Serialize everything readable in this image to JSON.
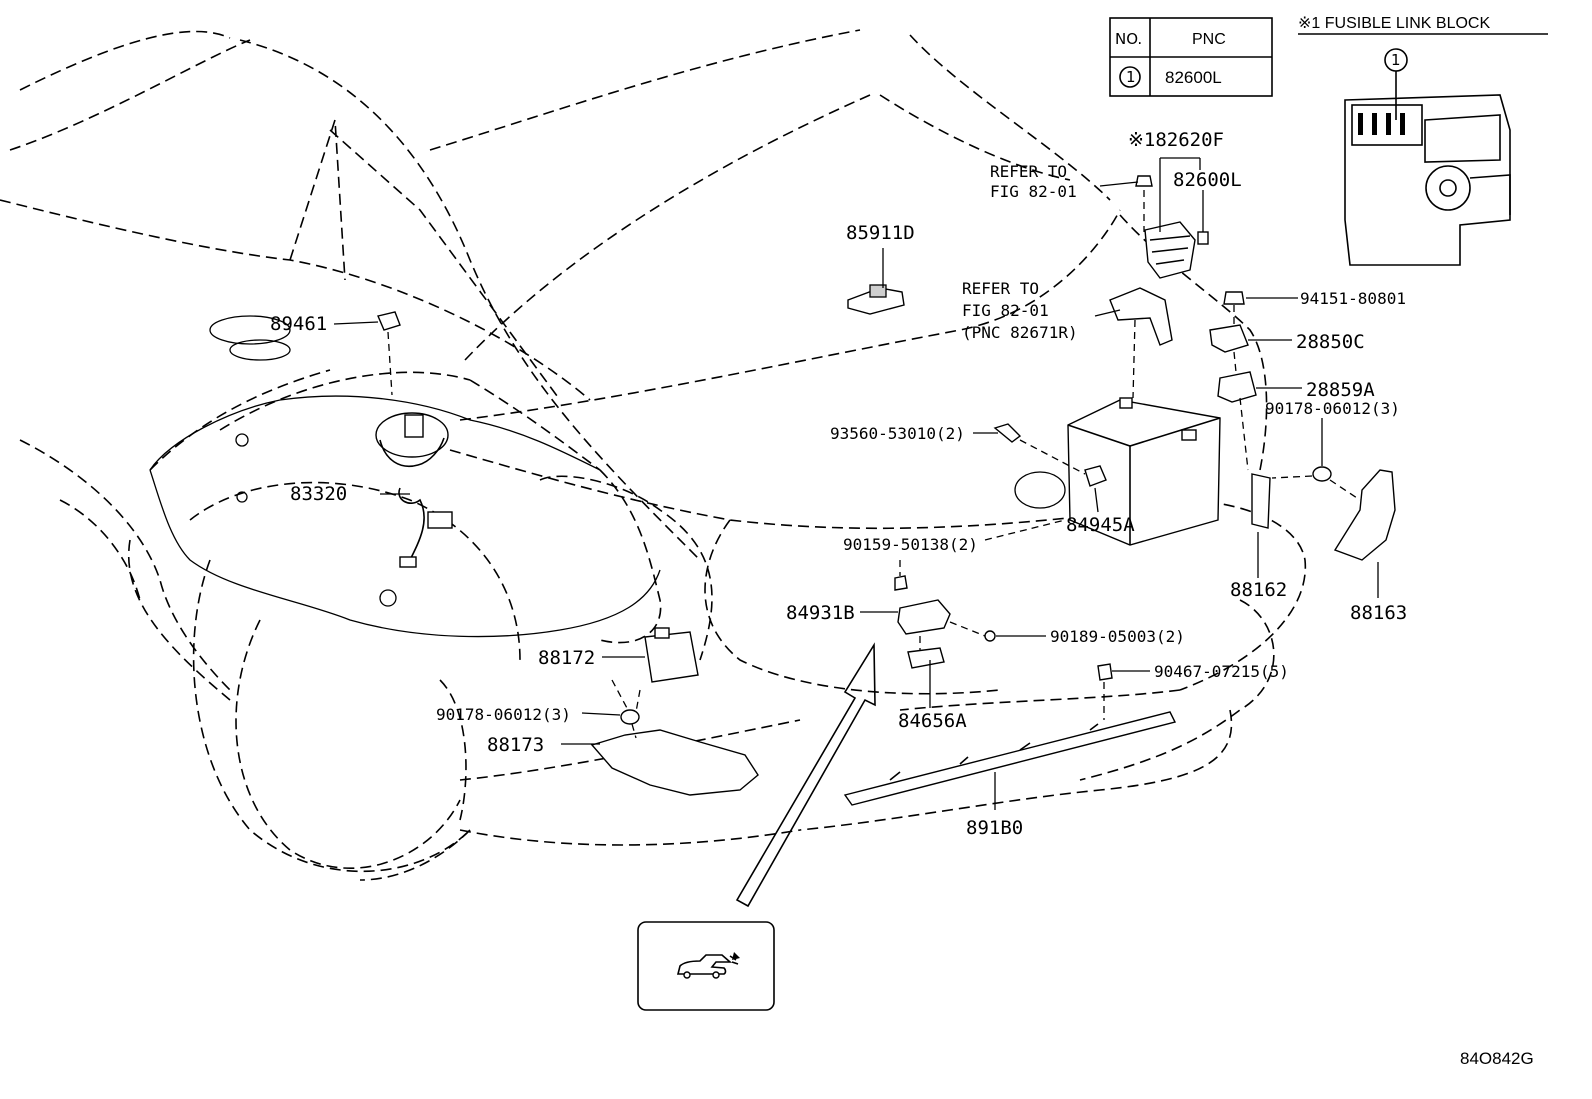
{
  "table": {
    "header_no": "NO.",
    "header_pnc": "PNC",
    "row_no": "1",
    "row_pnc": "82600L"
  },
  "inset": {
    "title": "※1 FUSIBLE LINK BLOCK",
    "callout": "1"
  },
  "refs": {
    "ref1_line1": "REFER TO",
    "ref1_line2": "FIG 82-01",
    "ref2_line1": "REFER TO",
    "ref2_line2": "FIG 82-01",
    "ref2_line3": "(PNC 82671R)"
  },
  "labels": {
    "p82620F": "※182620F",
    "p82600L": "82600L",
    "p85911D": "85911D",
    "p89461": "89461",
    "p83320": "83320",
    "p94151": "94151-80801",
    "p28850C": "28850C",
    "p28859A": "28859A",
    "p90178a": "90178-06012(3)",
    "p93560": "93560-53010(2)",
    "p84945A": "84945A",
    "p90159": "90159-50138(2)",
    "p88162": "88162",
    "p88163": "88163",
    "p84931B": "84931B",
    "p90189": "90189-05003(2)",
    "p88172": "88172",
    "p90467": "90467-07215(5)",
    "p90178b": "90178-06012(3)",
    "p84656A": "84656A",
    "p88173": "88173",
    "p891B0": "891B0"
  },
  "figure_code": "84O842G",
  "icons": {
    "view_icon": "car-trunk-icon"
  }
}
